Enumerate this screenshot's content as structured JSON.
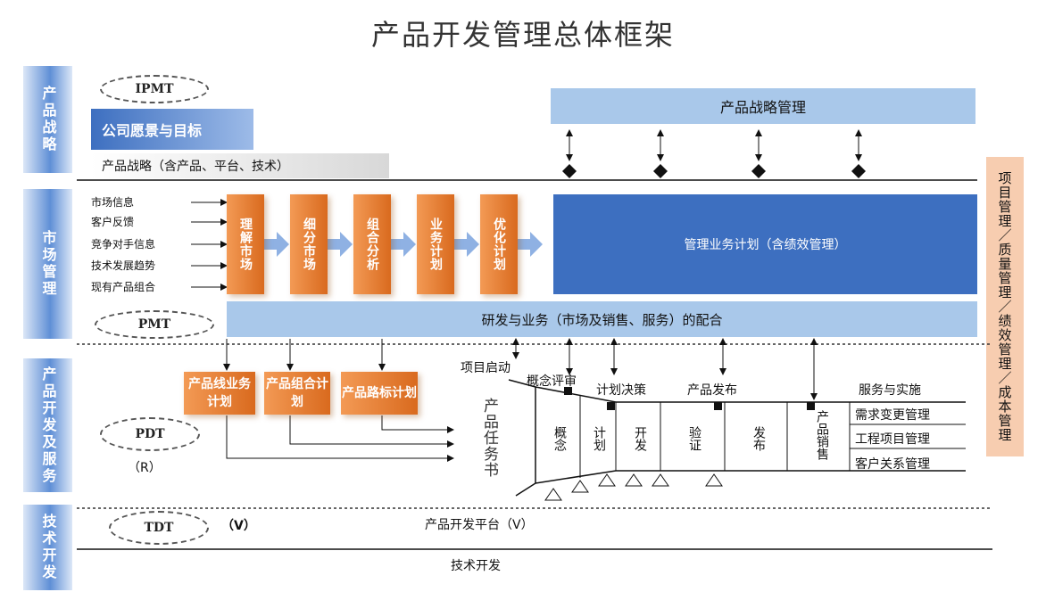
{
  "title": "产品开发管理总体框架",
  "sections": {
    "strategy": "产品战略",
    "market": "市场管理",
    "pdev": "产品开发及服务",
    "tech": "技术开发"
  },
  "right_band": "项目管理／质量管理／绩效管理／成本管理",
  "teams": {
    "ipmt": "IPMT",
    "pmt": "PMT",
    "pdt": "PDT",
    "tdt": "TDT",
    "r": "（R）",
    "v": "（V）"
  },
  "strategy_row": {
    "vision": "公司愿景与目标",
    "product_strategy": "产品战略（含产品、平台、技术）",
    "strategy_mgmt": "产品战略管理"
  },
  "market_inputs": [
    "市场信息",
    "客户反馈",
    "竞争对手信息",
    "技术发展趋势",
    "现有产品组合"
  ],
  "market_steps": [
    "理解市场",
    "细分市场",
    "组合分析",
    "业务计划",
    "优化计划"
  ],
  "biz_plan": "管理业务计划（含绩效管理）",
  "rd_bar": "研发与业务（市场及销售、服务）的配合",
  "plans": [
    "产品线业务计划",
    "产品组合计划",
    "产品路标计划"
  ],
  "task_book": "产品任务书",
  "milestones": {
    "start": "项目启动",
    "concept_review": "概念评审",
    "plan_decision": "计划决策",
    "release": "产品发布",
    "service": "服务与实施"
  },
  "phases": [
    "概念",
    "计划",
    "开发",
    "验证",
    "发布",
    "产品销售"
  ],
  "service_items": [
    "需求变更管理",
    "工程项目管理",
    "客户关系管理"
  ],
  "platform": "产品开发平台（V）",
  "tech_dev": "技术开发"
}
